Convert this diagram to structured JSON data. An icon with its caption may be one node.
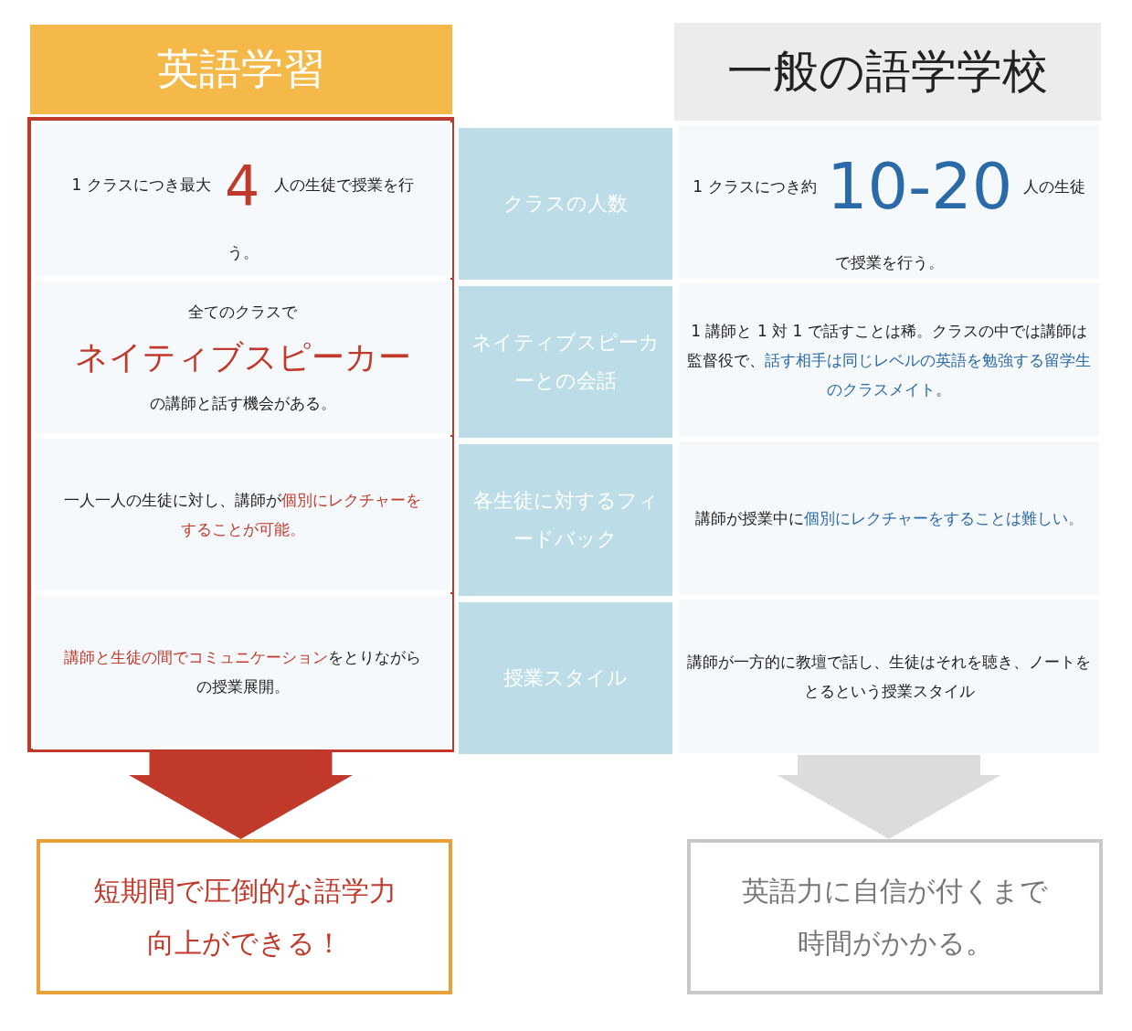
{
  "diagram": {
    "nodes": [
      {
        "text": [
          "英語学習"
        ]
      },
      {
        "text": [
          "一般の語学学校"
        ]
      },
      {
        "text": [],
        "shape": "box"
      },
      {
        "text": [
          "1 クラスにつき最大 **4** 人の生徒で授業を行う。"
        ],
        "in": 2
      },
      {
        "text": [
          "全てのクラスで",
          "ネイティブスピーカー",
          "の講師と話す機会がある。"
        ],
        "in": 2
      },
      {
        "text": [
          "一人一人の生徒に対し、講師が**個別にレクチャーをすることが可能。**"
        ],
        "in": 2
      },
      {
        "text": [
          "**講師と生徒の間でコミュニケーション**をとりながらの授業展開。"
        ],
        "in": 2
      },
      {
        "text": [
          "クラスの人数"
        ]
      },
      {
        "text": [
          "ネイティブスピーカーとの会話"
        ]
      },
      {
        "text": [
          "各生徒に対するフィードバック"
        ]
      },
      {
        "text": [
          "授業スタイル"
        ]
      },
      {
        "text": [
          "1 クラスにつき約 **10-20** 人の生徒で授業を行う。"
        ]
      },
      {
        "text": [
          "1 講師と 1 対 1 で話すことは稀。クラスの中では講師は監督役で、**話す相手は同じレベルの英語を勉強する留学生のクラスメイト**。"
        ]
      },
      {
        "text": [
          "講師が授業中に**個別にレクチャーをすることは難しい。**"
        ]
      },
      {
        "text": [
          "講師が一方的に教壇で話し、生徒はそれを聴き、ノートをとるという授業スタイル"
        ]
      },
      {
        "text": [
          "短期間で圧倒的な語学力向上ができる！"
        ]
      },
      {
        "text": [
          "英語力に自信が付くまで時間がかかる。"
        ]
      }
    ],
    "edges": [
      {
        "from": 2,
        "to": 15,
        "arrow": "to",
        "color": "#c0392b"
      },
      {
        "from": 14,
        "to": 16,
        "arrow": "to",
        "color": "#dcdcdc"
      }
    ]
  }
}
